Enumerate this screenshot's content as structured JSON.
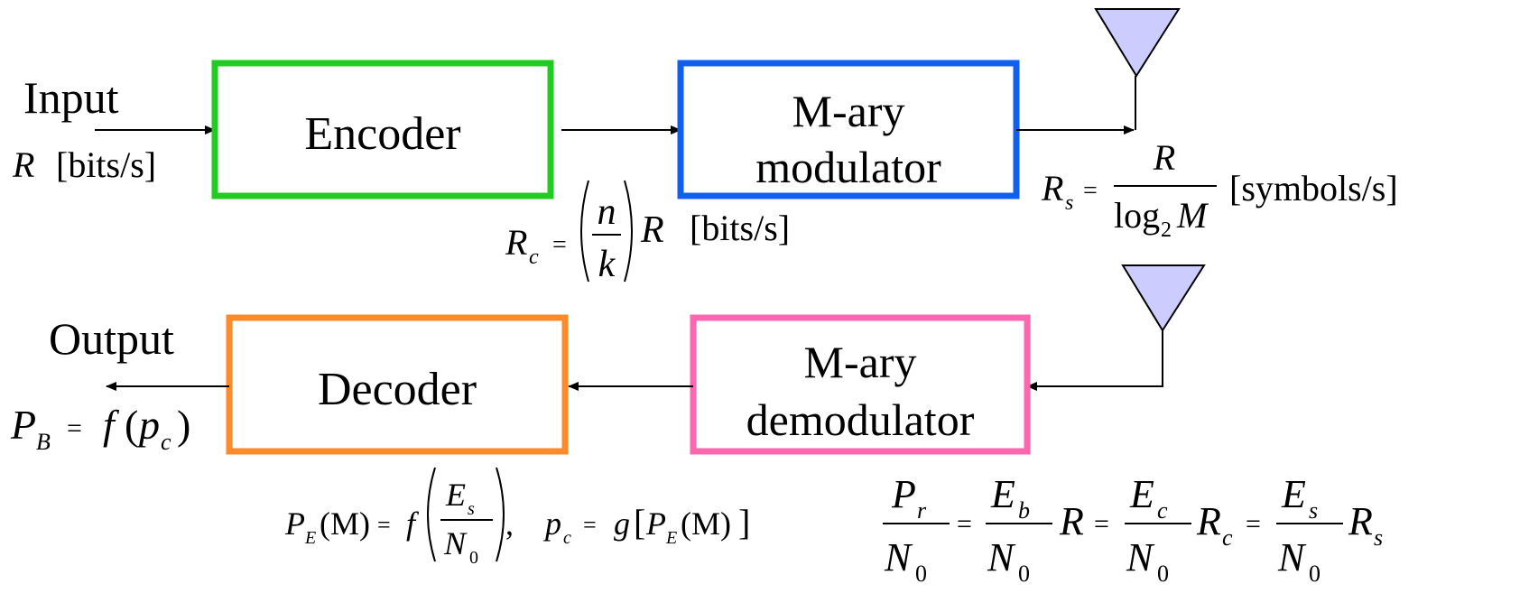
{
  "blocks": {
    "encoder": {
      "label": "Encoder",
      "color": "#1fcc1f"
    },
    "modulator": {
      "line1": "M-ary",
      "line2": "modulator",
      "color": "#1060f0"
    },
    "decoder": {
      "label": "Decoder",
      "color": "#ff8a2a"
    },
    "demodulator": {
      "line1": "M-ary",
      "line2": "demodulator",
      "color": "#ff66b0"
    }
  },
  "antenna": {
    "fill": "#ccccff"
  },
  "input": {
    "label": "Input",
    "rate_var": "R",
    "rate_unit": "[bits/s]"
  },
  "output": {
    "label": "Output"
  },
  "equations": {
    "coded_rate": {
      "lhs_var": "R",
      "lhs_sub": "c",
      "num": "n",
      "den": "k",
      "var": "R",
      "unit": "[bits/s]"
    },
    "symbol_rate": {
      "lhs_var": "R",
      "lhs_sub": "s",
      "num": "R",
      "den_log": "log",
      "den_sub": "2",
      "den_var": "M",
      "unit": "[symbols/s]"
    },
    "bit_error": {
      "lhs_var": "P",
      "lhs_sub": "B",
      "func": "f",
      "arg_var": "p",
      "arg_sub": "c"
    },
    "symbol_error": {
      "lhs_var": "P",
      "lhs_sub": "E",
      "lhs_arg": "(M)",
      "func": "f",
      "num_var": "E",
      "num_sub": "s",
      "den_var": "N",
      "den_sub": "0",
      "pc_var": "p",
      "pc_sub": "c",
      "g": "g",
      "pe_var": "P",
      "pe_sub": "E",
      "pe_arg": "(M)"
    },
    "snr": {
      "pr_var": "P",
      "pr_sub": "r",
      "n_var": "N",
      "n_sub": "0",
      "eb_var": "E",
      "eb_sub": "b",
      "r": "R",
      "ec_var": "E",
      "ec_sub": "c",
      "rc_var": "R",
      "rc_sub": "c",
      "es_var": "E",
      "es_sub": "s",
      "rs_var": "R",
      "rs_sub": "s"
    }
  }
}
